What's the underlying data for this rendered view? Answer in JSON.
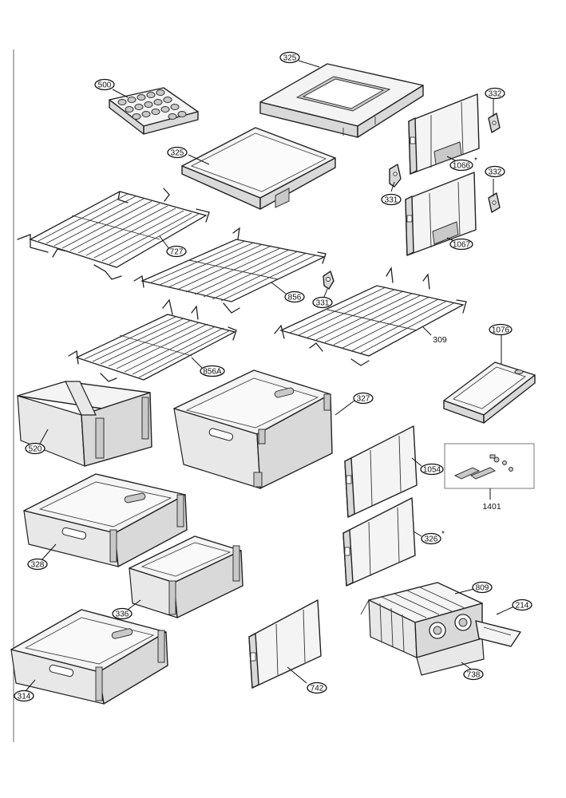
{
  "callouts": {
    "c500": "500",
    "c325_top": "325",
    "c325_shelf": "325",
    "c332_top": "332",
    "c1066": "1066",
    "c331_right": "331",
    "c332_mid": "332",
    "c1067": "1067",
    "c727": "727",
    "c856": "856",
    "c331_mid": "331",
    "c309": "309",
    "c1076": "1076",
    "c856A": "856A",
    "c327": "327",
    "c520": "520",
    "c1054": "1054",
    "c1401": "1401",
    "c326": "326",
    "c328": "328",
    "c336": "336",
    "c809": "809",
    "c214": "214",
    "c314": "314",
    "c742": "742",
    "c738": "738"
  },
  "marks": {
    "star_1066": "*",
    "star_326": "*"
  }
}
